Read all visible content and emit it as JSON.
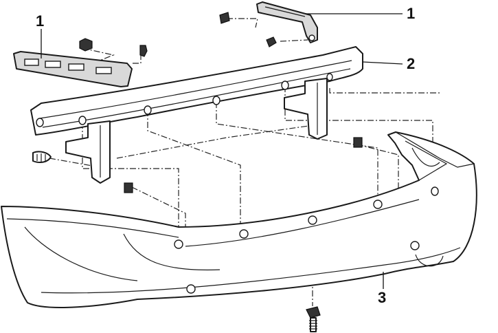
{
  "callouts": {
    "bracket_left": "1",
    "bracket_right": "1",
    "reinforcement": "2",
    "bumper_cover": "3"
  }
}
